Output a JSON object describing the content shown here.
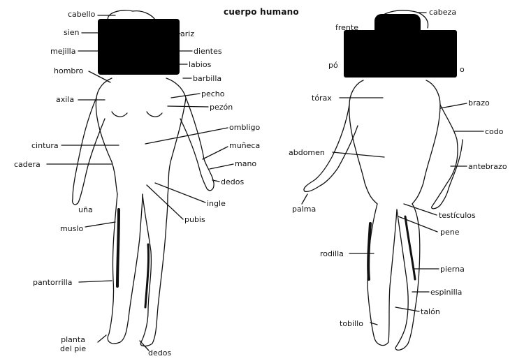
{
  "title": "cuerpo humano",
  "female_labels": {
    "cabello": "cabello",
    "sien": "sien",
    "mejilla": "mejilla",
    "hombro": "hombro",
    "axila": "axila",
    "cintura": "cintura",
    "cadera": "cadera",
    "una": "uña",
    "muslo": "muslo",
    "pantorrilla": "pantorrilla",
    "planta_del_pie": "planta\ndel pie",
    "dedos_pie": "dedos",
    "nariz": "ariz",
    "dientes": "dientes",
    "labios": "labios",
    "barbilla": "barbilla",
    "pecho": "pecho",
    "pezon": "pezón",
    "ombligo": "ombligo",
    "muneca": "muñeca",
    "mano": "mano",
    "dedos_mano": "dedos",
    "ingle": "ingle",
    "pubis": "pubis"
  },
  "male_labels": {
    "frente": "frente",
    "cabeza": "cabeza",
    "po": "pó",
    "o": "o",
    "torax": "tórax",
    "abdomen": "abdomen",
    "palma": "palma",
    "rodilla": "rodilla",
    "tobillo": "tobillo",
    "brazo": "brazo",
    "codo": "codo",
    "antebrazo": "antebrazo",
    "testiculos": "testículos",
    "pene": "pene",
    "pierna": "pierna",
    "espinilla": "espinilla",
    "talon": "talón"
  }
}
